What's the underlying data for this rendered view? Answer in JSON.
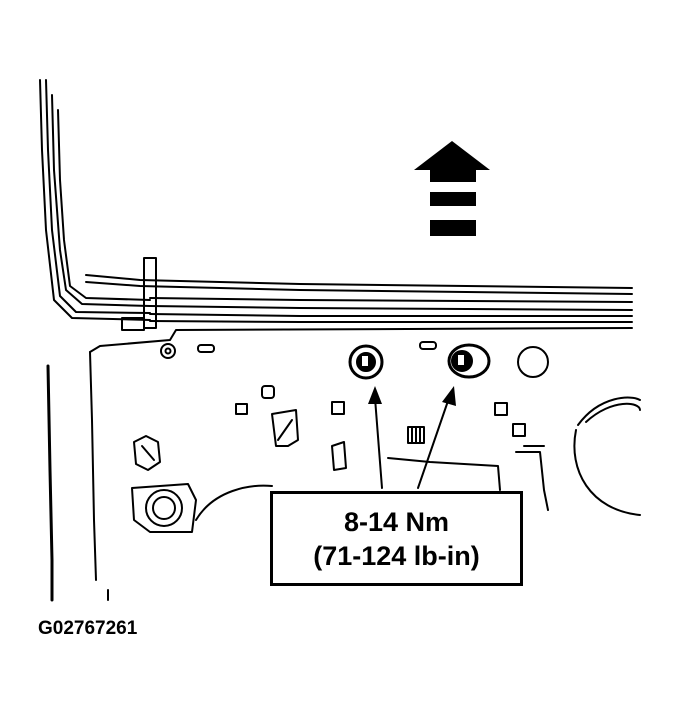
{
  "spec": {
    "torque_nm": "8-14 Nm",
    "torque_lbin": "(71-124 lb-in)"
  },
  "figure_id": "G02767261",
  "icons": {
    "direction": "front-arrow-icon",
    "bolt": "bolt-icon",
    "leader": "leader-arrow-icon"
  },
  "colors": {
    "ink": "#000000",
    "paper": "#ffffff"
  }
}
